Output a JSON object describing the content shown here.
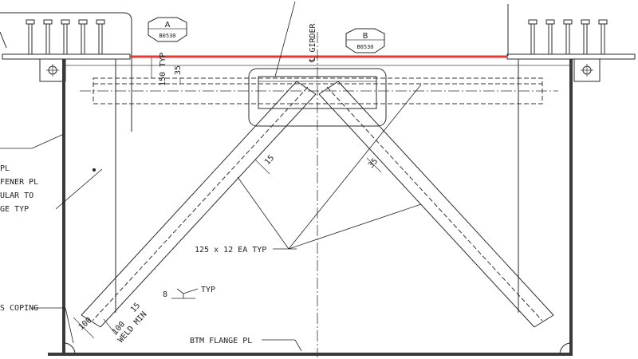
{
  "colors": {
    "highlight": "#e53935",
    "ink": "#2a2a2a"
  },
  "tags": [
    {
      "letter": "A",
      "ref": "B0530"
    },
    {
      "letter": "B",
      "ref": "B0530"
    }
  ],
  "dims": {
    "typ_150": "150 TYP",
    "v35": "35",
    "girder": "℄ GIRDER",
    "diag_15": "15",
    "diag_35": "35",
    "weld_8": "8",
    "d100a": "100",
    "d100b": "100",
    "d15": "15",
    "weld_min": "WELD MIN"
  },
  "notes": {
    "left1": "PL",
    "left2": "FENER PL",
    "left3": "ULAR TO",
    "left4": "GE TYP",
    "coping": "S COPING",
    "angle": "125 x 12 EA TYP",
    "typ": "TYP",
    "btm": "BTM FLANGE PL"
  }
}
